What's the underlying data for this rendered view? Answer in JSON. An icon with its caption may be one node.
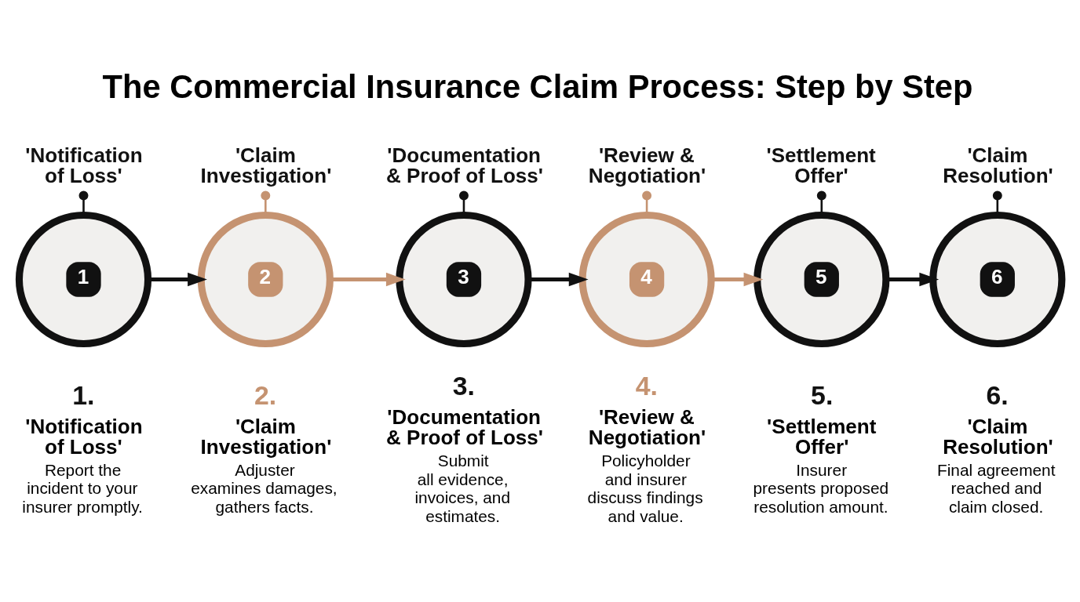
{
  "diagram": {
    "title": "The Commercial Insurance Claim Process: Step by Step",
    "nodes": [
      {
        "text": [
          "'Notification of Loss'"
        ]
      },
      {
        "text": [
          "'Claim Investigation'"
        ]
      },
      {
        "text": [
          "'Documentation & Proof of Loss'"
        ]
      },
      {
        "text": [
          "'Review & Negotiation'"
        ]
      },
      {
        "text": [
          "'Settlement Offer'"
        ]
      },
      {
        "text": [
          "'Claim Resolution'"
        ]
      },
      {
        "text": [
          "1"
        ],
        "beside": [
          "1.",
          "'Notification of Loss'",
          "Report the incident to your insurer promptly."
        ]
      },
      {
        "text": [
          "2"
        ],
        "beside": [
          "2.",
          "'Claim Investigation'",
          "Adjuster examines damages, gathers facts."
        ]
      },
      {
        "text": [
          "3"
        ],
        "beside": [
          "3.",
          "'Documentation & Proof of Loss'",
          "Submit all evidence, invoices, and estimates."
        ]
      },
      {
        "text": [
          "4"
        ],
        "beside": [
          "4.",
          "'Review & Negotiation'",
          "Policyholder and insurer discuss findings and value."
        ]
      },
      {
        "text": [
          "5"
        ],
        "beside": [
          "5.",
          "'Settlement Offer'",
          "Insurer presents proposed resolution amount."
        ]
      },
      {
        "text": [
          "6"
        ],
        "beside": [
          "6.",
          "'Claim Resolution'",
          "Final agreement reached and claim closed."
        ]
      }
    ],
    "edges": [
      {
        "from": 0,
        "to": 6,
        "arrow": "other"
      },
      {
        "from": 1,
        "to": 7,
        "arrow": "other",
        "color": "#c59371"
      },
      {
        "from": 2,
        "to": 8,
        "arrow": "other"
      },
      {
        "from": 3,
        "to": 9,
        "arrow": "other",
        "color": "#c59371"
      },
      {
        "from": 4,
        "to": 10,
        "arrow": "other"
      },
      {
        "from": 5,
        "to": 11,
        "arrow": "other"
      },
      {
        "from": 6,
        "to": 7,
        "arrow": "to",
        "style": "thick"
      },
      {
        "from": 7,
        "to": 8,
        "arrow": "to",
        "style": "thick",
        "color": "#c59371"
      },
      {
        "from": 8,
        "to": 9,
        "arrow": "to",
        "style": "thick"
      },
      {
        "from": 9,
        "to": 10,
        "arrow": "to",
        "style": "thick",
        "color": "#c59371"
      },
      {
        "from": 10,
        "to": 11,
        "arrow": "to",
        "style": "thick"
      }
    ]
  }
}
